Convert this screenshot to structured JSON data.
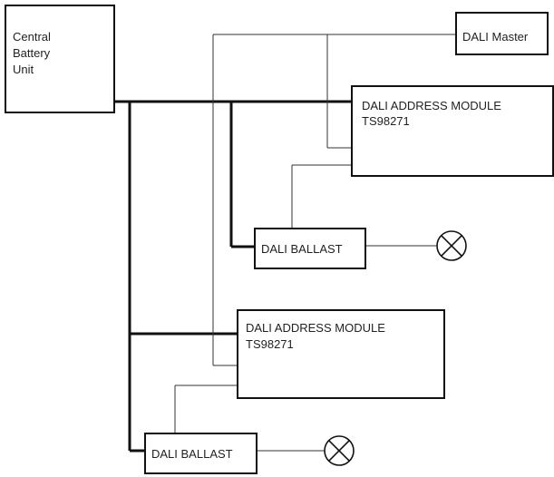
{
  "diagram": {
    "central_battery_unit": {
      "lines": [
        "Central",
        "Battery",
        "Unit"
      ]
    },
    "dali_master": {
      "label": "DALI Master"
    },
    "address_module_1": {
      "lines": [
        "DALI ADDRESS MODULE",
        "TS98271"
      ]
    },
    "ballast_1": {
      "label": "DALI BALLAST"
    },
    "address_module_2": {
      "lines": [
        "DALI ADDRESS MODULE",
        "TS98271"
      ]
    },
    "ballast_2": {
      "label": "DALI BALLAST"
    },
    "lamp_icon": "cross-circle-lamp-icon",
    "colors": {
      "line": "#111111",
      "text": "#222222",
      "background": "#ffffff"
    }
  }
}
